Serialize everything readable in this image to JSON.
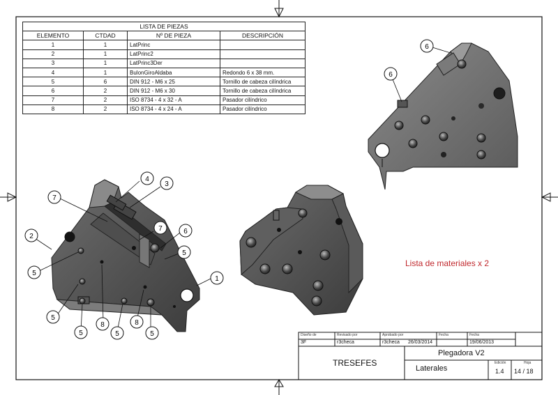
{
  "bom": {
    "title": "LISTA DE PIEZAS",
    "headers": [
      "ELEMENTO",
      "CTDAD",
      "Nº DE PIEZA",
      "DESCRIPCIÓN"
    ],
    "rows": [
      [
        "1",
        "1",
        "LatPrinc",
        ""
      ],
      [
        "2",
        "1",
        "LatPrinc2",
        ""
      ],
      [
        "3",
        "1",
        "LatPrinc3Der",
        ""
      ],
      [
        "4",
        "1",
        "BulonGiroAldaba",
        "Redondo 6 x 38 mm."
      ],
      [
        "5",
        "6",
        "DIN 912 - M6 x 25",
        "Tornillo de cabeza cilíndrica"
      ],
      [
        "6",
        "2",
        "DIN 912 - M6 x 30",
        "Tornillo de cabeza cilíndrica"
      ],
      [
        "7",
        "2",
        "ISO 8734 - 4 x 32 - A",
        "Pasador cilíndrico"
      ],
      [
        "8",
        "2",
        "ISO 8734 - 4 x 24 - A",
        "Pasador cilíndrico"
      ]
    ]
  },
  "note": "Lista de materiales x 2",
  "balloons": {
    "b1": "1",
    "b2": "2",
    "b3": "3",
    "b4": "4",
    "b5a": "5",
    "b5b": "5",
    "b5c": "5",
    "b5d": "5",
    "b5e": "5",
    "b5f": "5",
    "b6a": "6",
    "b6b": "6",
    "b6c": "6",
    "b7a": "7",
    "b7b": "7",
    "b8a": "8",
    "b8b": "8"
  },
  "title_block": {
    "designed_label": "Diseño de",
    "designed_value": "3F",
    "reviewed_label": "Revisado por",
    "reviewed_value": "r3checa",
    "approved_label": "Aprobado por",
    "approved_value": "r3checa",
    "date1_label": "Fecha",
    "date1_value": "26/03/2014",
    "date2_label": "Fecha",
    "date2_value": "19/06/2013",
    "company": "TRESEFES",
    "title": "Plegadora V2",
    "subtitle": "Laterales",
    "edition_label": "Edición",
    "edition_value": "1.4",
    "sheet_label": "Hoja",
    "sheet_value": "14 / 18"
  }
}
